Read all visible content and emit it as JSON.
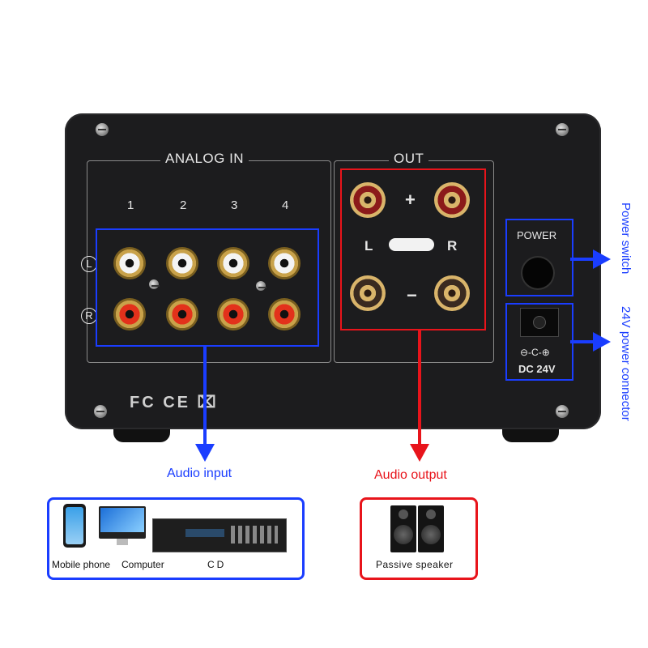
{
  "device": {
    "analog_in_title": "ANALOG IN",
    "input_numbers": [
      "1",
      "2",
      "3",
      "4"
    ],
    "left_label": "L",
    "right_label": "R",
    "out_title": "OUT",
    "plus_label": "+",
    "minus_label": "−",
    "power_label": "POWER",
    "dc_label": "DC 24V",
    "polarity_symbol": "⊖-C-⊕",
    "cert_marks": "FC CE ⌧"
  },
  "annotations": {
    "audio_input": "Audio input",
    "audio_output": "Audio output",
    "power_switch": "Power switch",
    "power_connector": "24V power connector"
  },
  "sources": {
    "mobile": "Mobile phone",
    "computer": "Computer",
    "cd": "CD"
  },
  "outputs": {
    "speaker": "Passive speaker"
  },
  "colors": {
    "input_blue": "#1a3dff",
    "output_red": "#e8141b",
    "panel": "#1c1c1e"
  }
}
